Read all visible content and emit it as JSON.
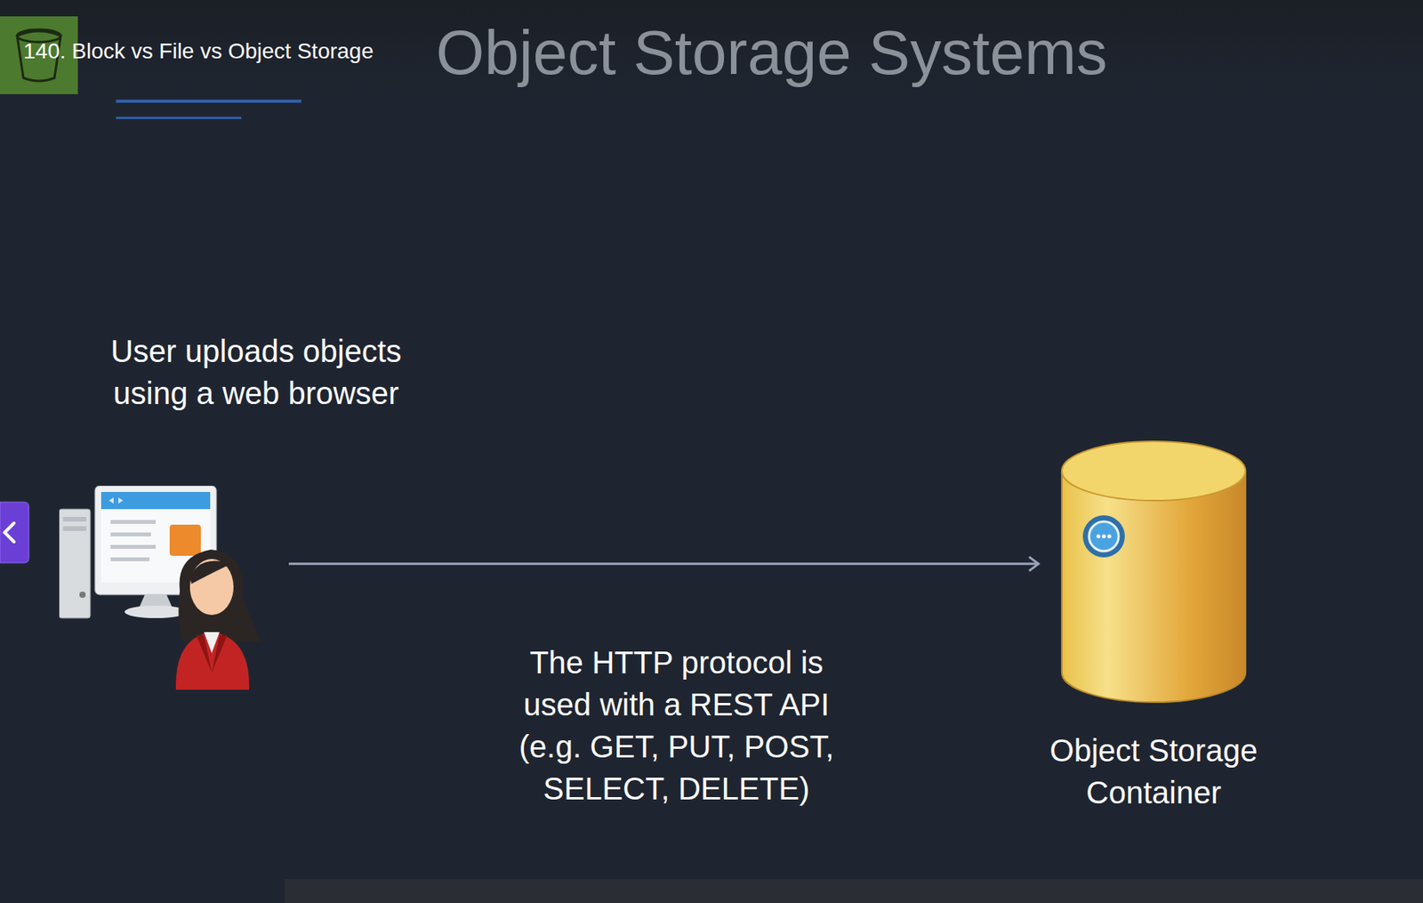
{
  "diagram": {
    "title": "Object Storage Systems",
    "nodes": [
      {
        "text": [
          "User uploads objects using a web browser"
        ]
      },
      {
        "text": [
          "Object Storage Container"
        ]
      }
    ],
    "edges": [
      {
        "from": 0,
        "to": 1,
        "label": "The HTTP protocol is used with a REST API (e.g. GET, PUT, POST, SELECT, DELETE)",
        "arrow": "to"
      }
    ],
    "labels": [
      "140. Block vs File vs Object Storage"
    ]
  }
}
